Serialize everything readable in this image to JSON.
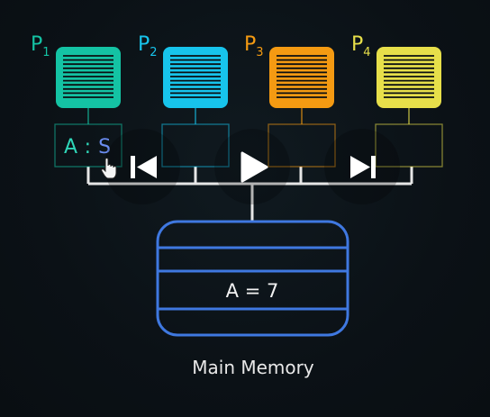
{
  "processors": [
    {
      "letter": "P",
      "index": "1",
      "color": "#14c3a4",
      "cache_var": "A",
      "cache_sep": ":",
      "cache_state": "S",
      "cache_var_color": "#2fd6b8",
      "cache_state_color": "#6a8cf0"
    },
    {
      "letter": "P",
      "index": "2",
      "color": "#17c4ec",
      "cache_var": "",
      "cache_sep": "",
      "cache_state": ""
    },
    {
      "letter": "P",
      "index": "3",
      "color": "#f49a12",
      "cache_var": "",
      "cache_sep": "",
      "cache_state": ""
    },
    {
      "letter": "P",
      "index": "4",
      "color": "#e7df4a",
      "cache_var": "",
      "cache_sep": "",
      "cache_state": ""
    }
  ],
  "memory": {
    "label": "Main Memory",
    "cell_text": "A = 7",
    "color": "#3f78e0"
  },
  "bus_color": "#e6e6e6",
  "player_controls": {
    "prev_icon": "skip-back-icon",
    "play_icon": "play-icon",
    "next_icon": "skip-forward-icon"
  },
  "cursor_icon": "hand-pointer-icon"
}
